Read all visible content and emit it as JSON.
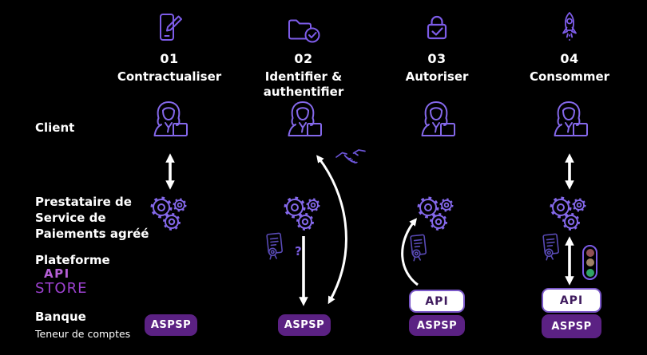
{
  "steps": [
    {
      "number": "01",
      "label": "Contractualiser",
      "icon": "smartphone-sign-icon"
    },
    {
      "number": "02",
      "label": "Identifier & authentifier",
      "icon": "folder-check-icon"
    },
    {
      "number": "03",
      "label": "Autoriser",
      "icon": "lock-check-icon"
    },
    {
      "number": "04",
      "label": "Consommer",
      "icon": "rocket-icon"
    }
  ],
  "row_labels": {
    "client": "Client",
    "psp_lines": [
      "Prestataire de",
      "Service de",
      "Paiements agréé"
    ],
    "platform": "Plateforme",
    "platform_logo": {
      "api": "API",
      "store": "STORE"
    },
    "bank": "Banque",
    "bank_subtitle": "Teneur de comptes"
  },
  "boxes": {
    "aspsp_label": "ASPSP",
    "api_label": "API"
  },
  "annotations": {
    "question_mark": "?"
  },
  "icons": [
    "smartphone-sign-icon",
    "folder-check-icon",
    "lock-check-icon",
    "rocket-icon",
    "client-at-laptop-icon",
    "gears-icon",
    "certificate-icon",
    "handshake-icon",
    "traffic-light-icon"
  ],
  "colors": {
    "background": "#000000",
    "icon_purple": "#8468ea",
    "accent_purple": "#7d5ce8",
    "aspsp_fill": "#5b2183",
    "api_text": "#3f1b5e",
    "api_border": "#7a57c8",
    "logo_api": "#b55fd6",
    "logo_store": "#9c41cf",
    "arrow": "#ffffff",
    "traffic_red": "#8f4f55",
    "traffic_amber": "#9f8066",
    "traffic_green": "#2fa465"
  }
}
